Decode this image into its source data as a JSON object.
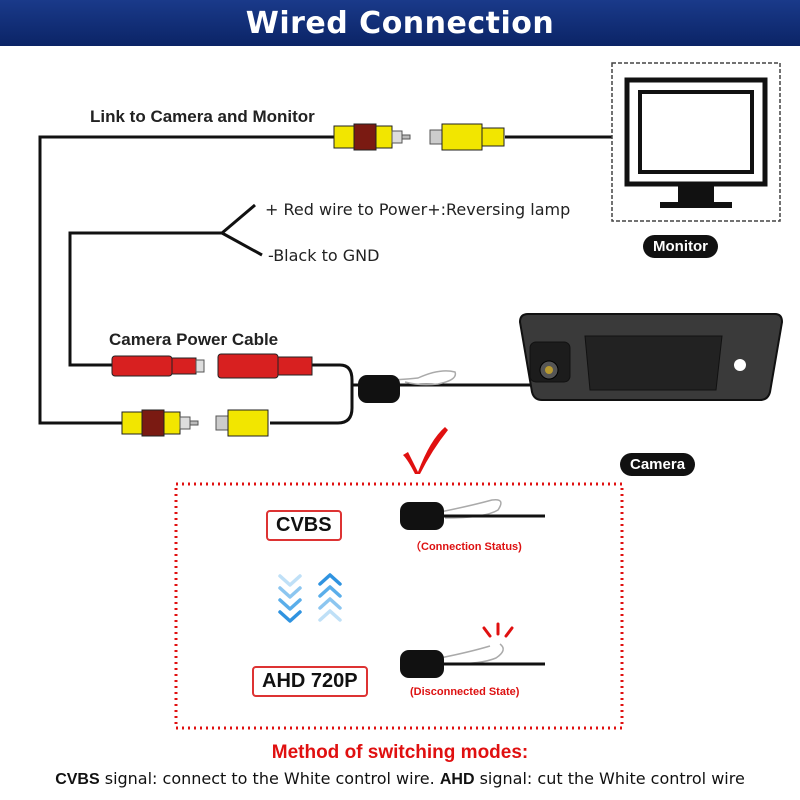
{
  "header": {
    "title": "Wired Connection"
  },
  "labels": {
    "link": "Link to Camera and Monitor",
    "red_wire": "+ Red wire to Power+:Reversing lamp",
    "black_wire": "-Black to GND",
    "power_cable": "Camera Power Cable",
    "monitor": "Monitor",
    "camera": "Camera"
  },
  "modes": {
    "cvbs": {
      "label": "CVBS",
      "state": "（Connection Status)"
    },
    "ahd": {
      "label": "AHD 720P",
      "state": "(Disconnected State)"
    }
  },
  "method": {
    "title": "Method of switching modes:",
    "cvbs_term": "CVBS",
    "cvbs_text": " signal: connect to the White control wire. ",
    "ahd_term": "AHD",
    "ahd_text": " signal: cut the White control wire"
  },
  "colors": {
    "header_bg": "#0b2466",
    "accent_red": "#e01010",
    "rca_yellow": "#f2e600",
    "rca_band": "#7a1a12",
    "power_red": "#d82020",
    "chevron_blue": "#3a9be0"
  }
}
